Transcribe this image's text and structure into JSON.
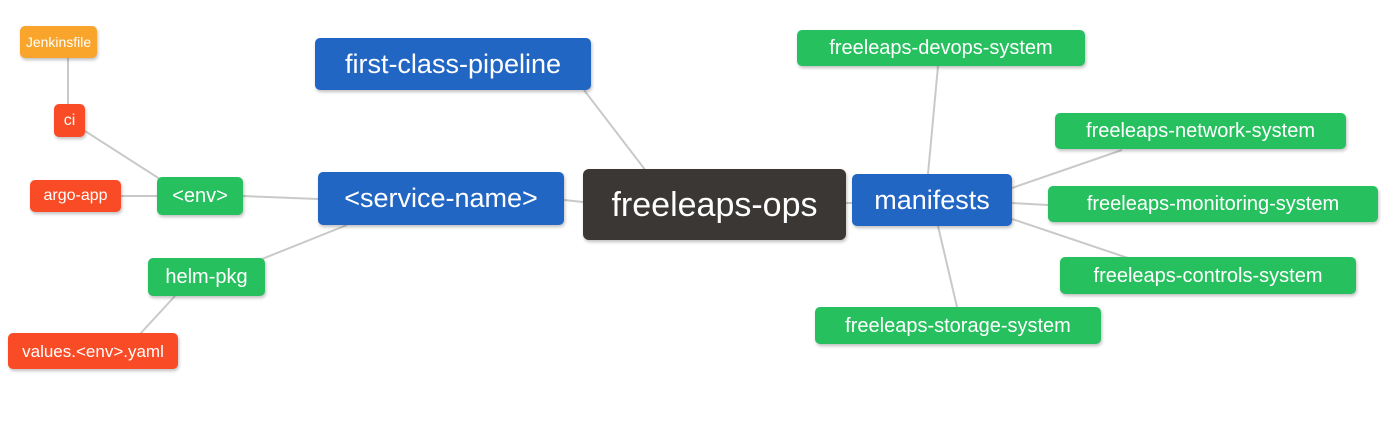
{
  "diagram": {
    "type": "mindmap",
    "root_label": "freeleaps-ops",
    "palette": {
      "blue": "#2266C4",
      "green": "#27C05F",
      "red": "#F94B25",
      "orange": "#F9A42A",
      "dark": "#3B3735",
      "connector": "#C9C9C9",
      "text": "#FFFFFF",
      "background": "#FFFFFF"
    },
    "nodes": [
      {
        "id": "jenkinsfile",
        "label": "Jenkinsfile",
        "level": 4,
        "color": "#F9A42A"
      },
      {
        "id": "ci",
        "label": "ci",
        "level": 3,
        "color": "#F94B25"
      },
      {
        "id": "argo-app",
        "label": "argo-app",
        "level": 3,
        "color": "#F94B25"
      },
      {
        "id": "env",
        "label": "<env>",
        "level": 2,
        "color": "#27C05F"
      },
      {
        "id": "helm-pkg",
        "label": "helm-pkg",
        "level": 2,
        "color": "#27C05F"
      },
      {
        "id": "values-env-yaml",
        "label": "values.<env>.yaml",
        "level": 3,
        "color": "#F94B25"
      },
      {
        "id": "first-class-pipeline",
        "label": "first-class-pipeline",
        "level": 1,
        "color": "#2266C4"
      },
      {
        "id": "service-name",
        "label": "<service-name>",
        "level": 1,
        "color": "#2266C4"
      },
      {
        "id": "freeleaps-ops",
        "label": "freeleaps-ops",
        "level": 0,
        "color": "#3B3735"
      },
      {
        "id": "manifests",
        "label": "manifests",
        "level": 1,
        "color": "#2266C4"
      },
      {
        "id": "freeleaps-devops-system",
        "label": "freeleaps-devops-system",
        "level": 2,
        "color": "#27C05F"
      },
      {
        "id": "freeleaps-network-system",
        "label": "freeleaps-network-system",
        "level": 2,
        "color": "#27C05F"
      },
      {
        "id": "freeleaps-monitoring-system",
        "label": "freeleaps-monitoring-system",
        "level": 2,
        "color": "#27C05F"
      },
      {
        "id": "freeleaps-controls-system",
        "label": "freeleaps-controls-system",
        "level": 2,
        "color": "#27C05F"
      },
      {
        "id": "freeleaps-storage-system",
        "label": "freeleaps-storage-system",
        "level": 2,
        "color": "#27C05F"
      }
    ],
    "edges": [
      [
        "freeleaps-ops",
        "first-class-pipeline"
      ],
      [
        "freeleaps-ops",
        "service-name"
      ],
      [
        "freeleaps-ops",
        "manifests"
      ],
      [
        "service-name",
        "env"
      ],
      [
        "service-name",
        "helm-pkg"
      ],
      [
        "env",
        "ci"
      ],
      [
        "env",
        "argo-app"
      ],
      [
        "ci",
        "jenkinsfile"
      ],
      [
        "helm-pkg",
        "values-env-yaml"
      ],
      [
        "manifests",
        "freeleaps-devops-system"
      ],
      [
        "manifests",
        "freeleaps-network-system"
      ],
      [
        "manifests",
        "freeleaps-monitoring-system"
      ],
      [
        "manifests",
        "freeleaps-controls-system"
      ],
      [
        "manifests",
        "freeleaps-storage-system"
      ]
    ]
  }
}
